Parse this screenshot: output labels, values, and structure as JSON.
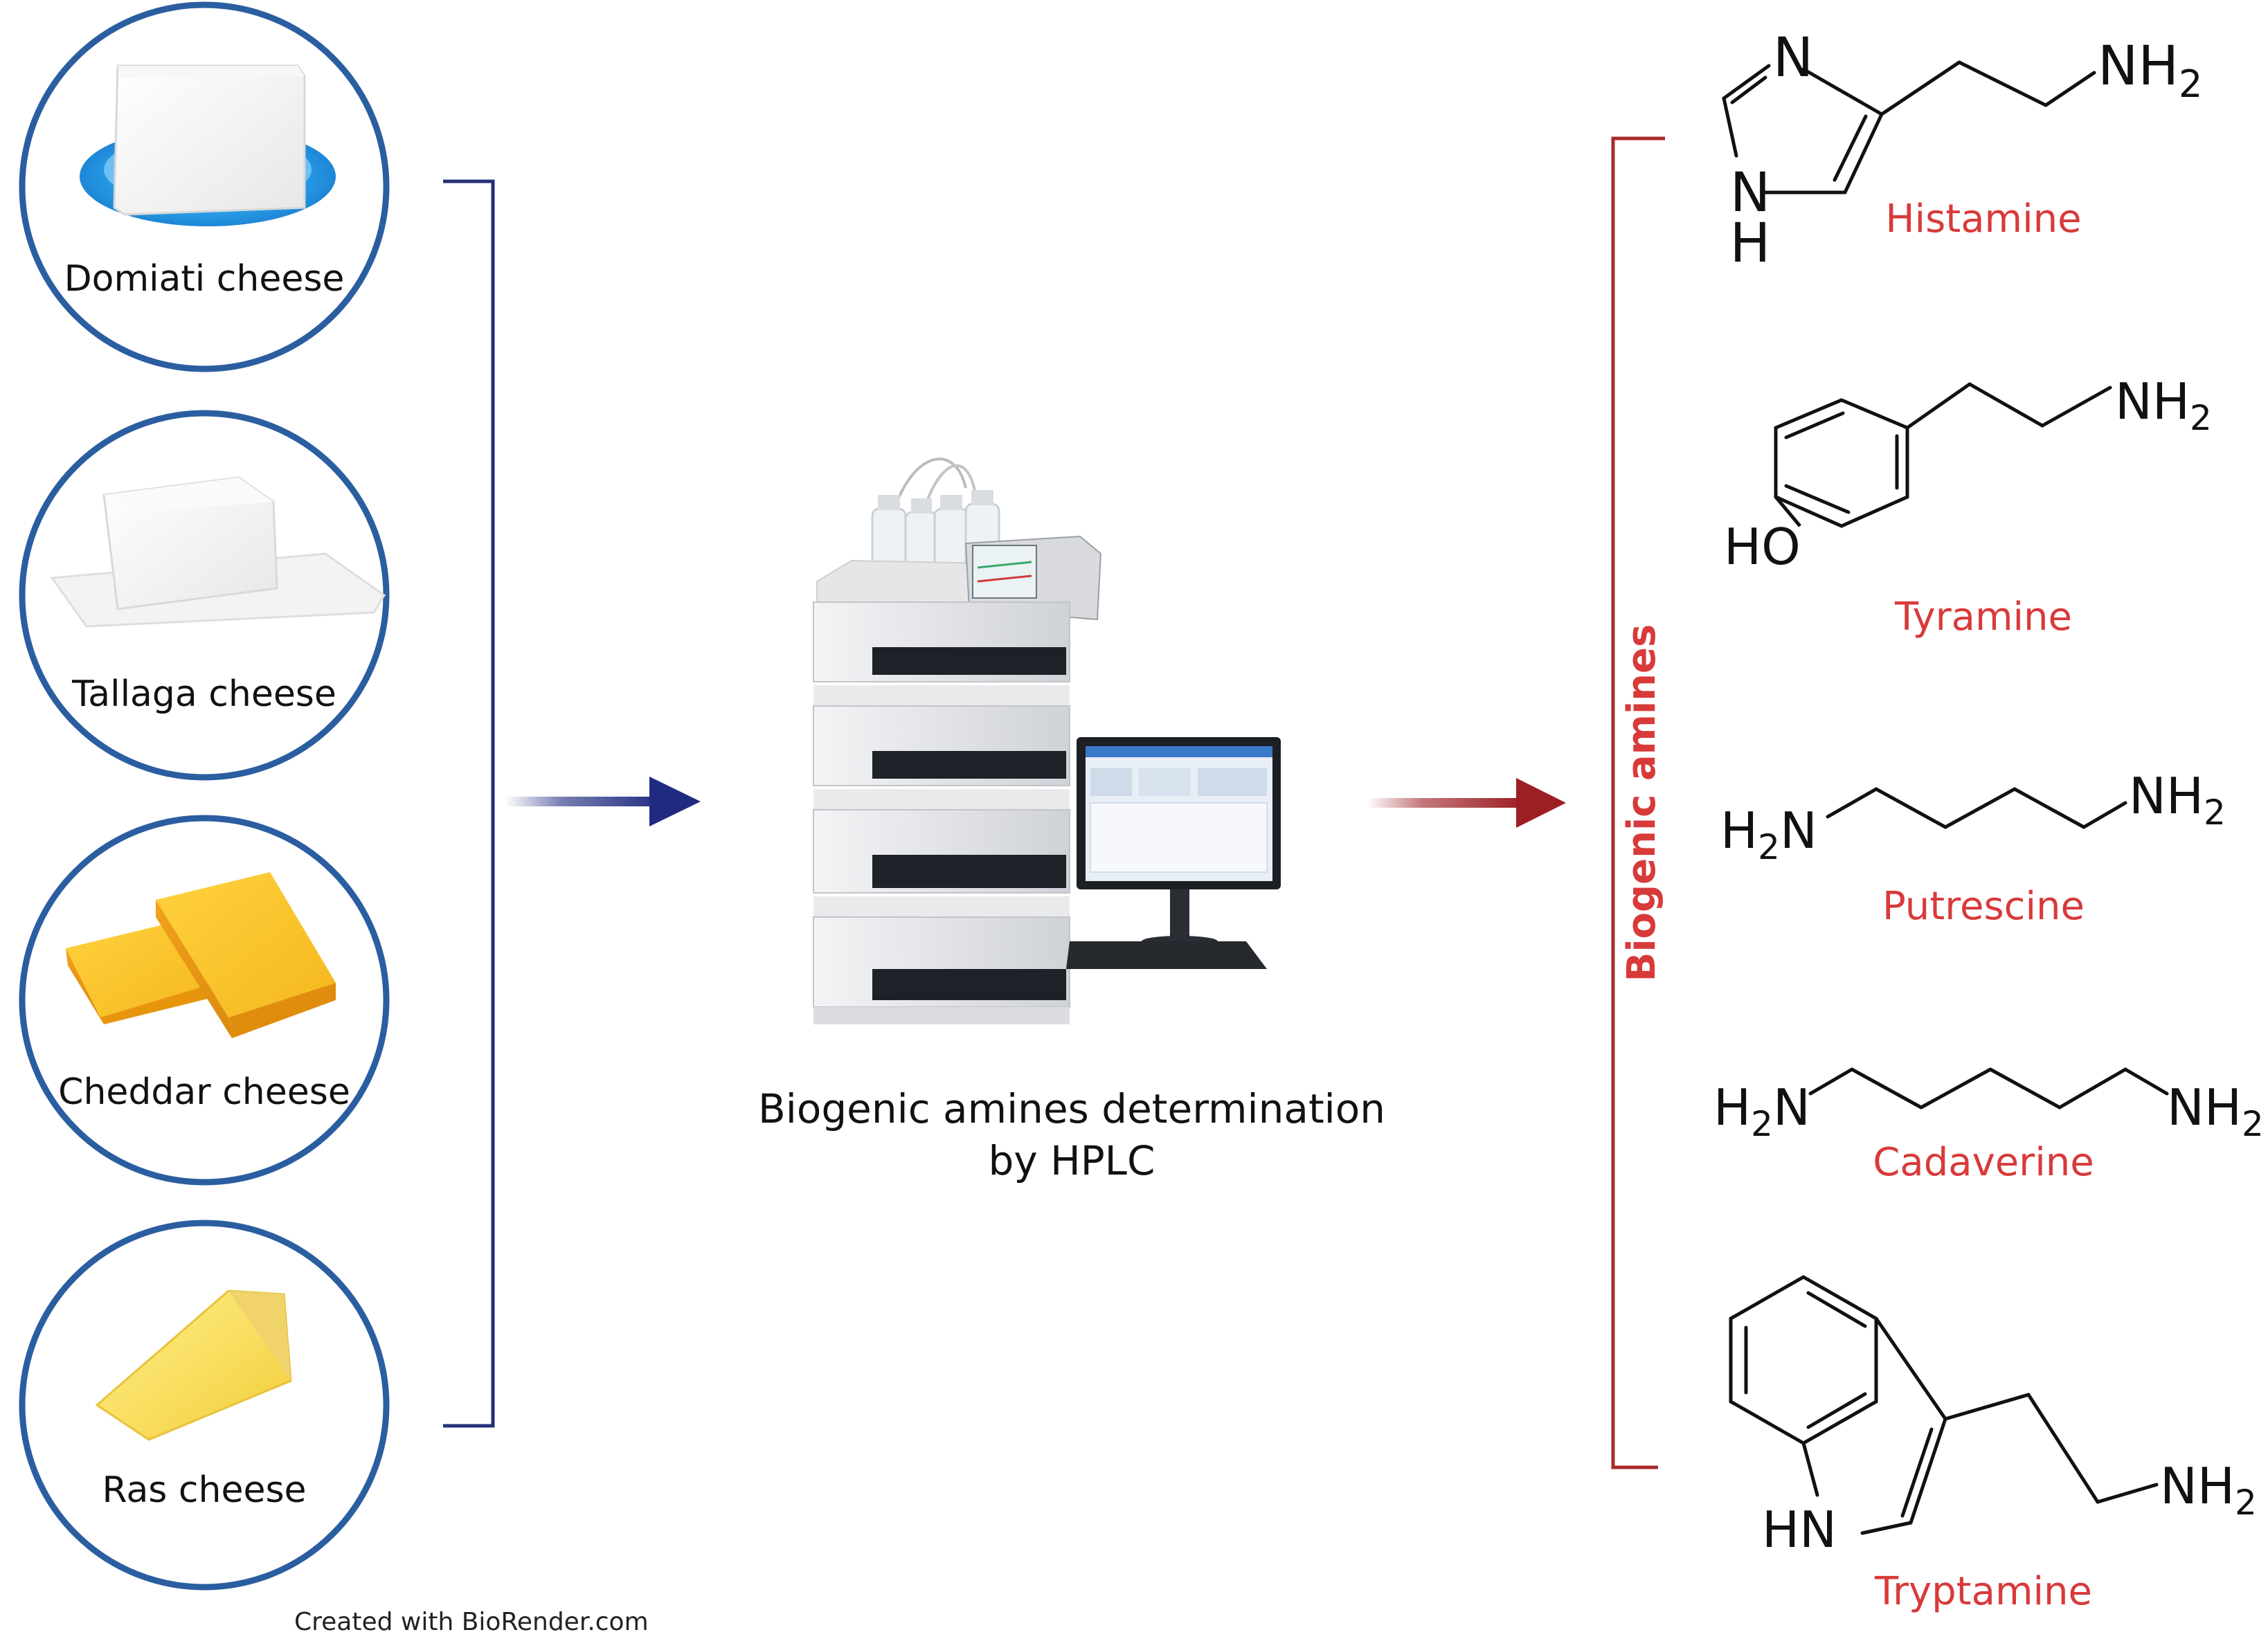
{
  "samples": [
    {
      "name": "Domiati cheese"
    },
    {
      "name": "Tallaga cheese"
    },
    {
      "name": "Cheddar cheese"
    },
    {
      "name": "Ras cheese"
    }
  ],
  "center": {
    "line1": "Biogenic amines determination",
    "line2": "by HPLC"
  },
  "bracket_label": "Biogenic amines",
  "amines": [
    {
      "name": "Histamine"
    },
    {
      "name": "Tyramine"
    },
    {
      "name": "Putrescine"
    },
    {
      "name": "Cadaverine"
    },
    {
      "name": "Tryptamine"
    }
  ],
  "chem": {
    "N": "N",
    "H": "H",
    "HN": "HN",
    "HO": "HO",
    "NH": "NH",
    "H2_sub": "2",
    "H2N_H": "H",
    "H2N_N": "N"
  },
  "credit": "Created with BioRender.com",
  "colors": {
    "ring": "#2a5ea0",
    "left_bracket": "#24307a",
    "left_arrow": "#1f2a80",
    "right_bracket": "#a82a2a",
    "right_arrow": "#9c1f24",
    "amine_label": "#d83a3a",
    "bond": "#111111"
  }
}
